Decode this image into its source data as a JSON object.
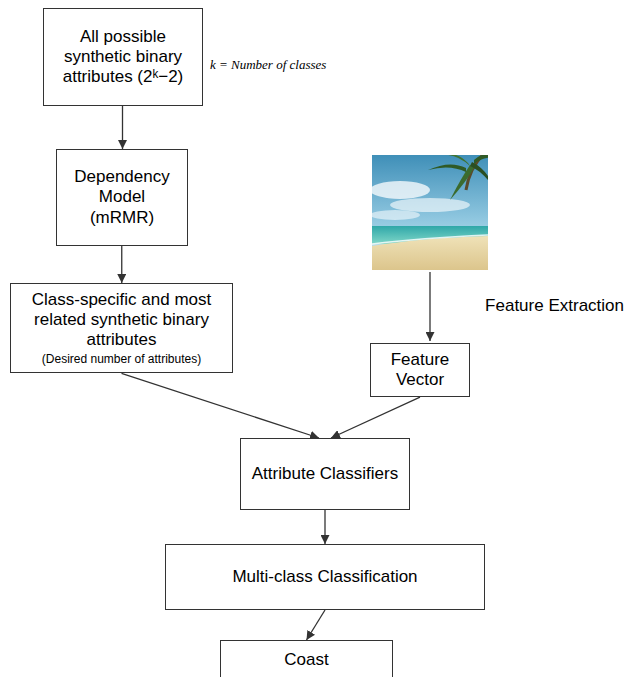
{
  "diagram": {
    "nodes": [
      {
        "text": [
          "All possible synthetic binary attributes (2ᵏ−2)"
        ]
      },
      {
        "text": [
          "Dependency Model (mRMR)"
        ]
      },
      {
        "text": [
          "Class-specific and most related synthetic binary attributes",
          "(Desired number of attributes)"
        ]
      },
      {
        "text": [
          "Feature Vector"
        ]
      },
      {
        "text": [
          "Attribute Classifiers"
        ]
      },
      {
        "text": [
          "Multi-class Classification"
        ]
      },
      {
        "text": [
          "Coast"
        ]
      }
    ],
    "edges": [
      {
        "from": 0,
        "to": 1,
        "arrow": "to"
      },
      {
        "from": 1,
        "to": 2,
        "arrow": "to"
      },
      {
        "from": 2,
        "to": 4,
        "arrow": "to"
      },
      {
        "from": 3,
        "to": 4,
        "arrow": "to"
      },
      {
        "from": 4,
        "to": 5,
        "arrow": "to"
      },
      {
        "from": 5,
        "to": 6,
        "arrow": "to"
      }
    ],
    "labels": [
      "k = Number of classes",
      "Feature Extraction"
    ]
  }
}
